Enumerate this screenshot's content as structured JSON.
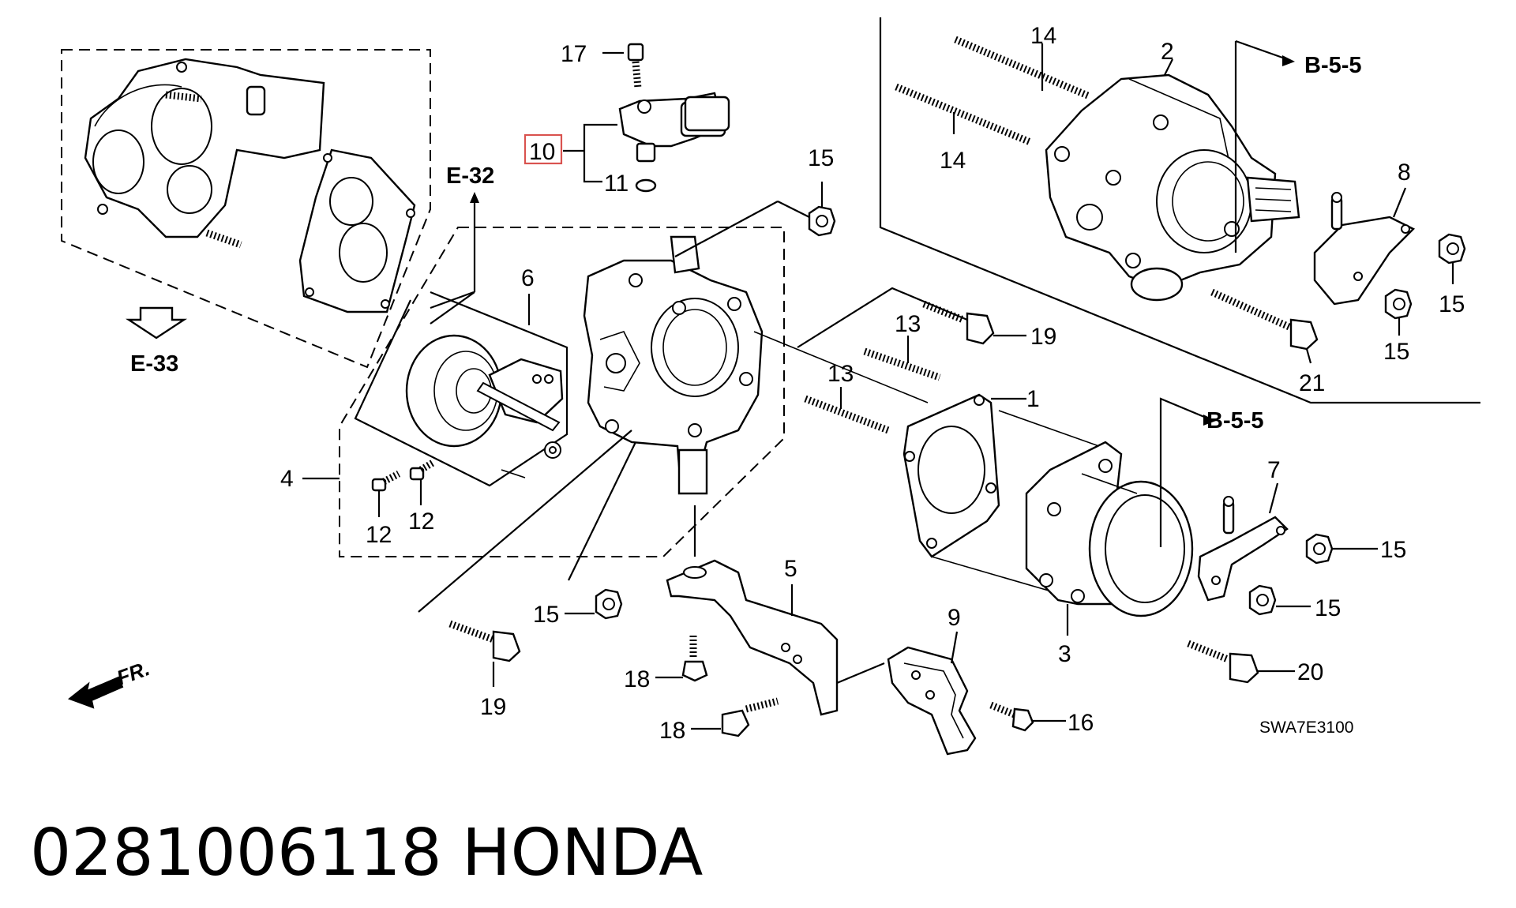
{
  "title": {
    "part_number": "0281006118",
    "brand": "HONDA"
  },
  "diagram_code": "SWA7E3100",
  "refs": {
    "e32": "E-32",
    "e33": "E-33",
    "b55_top": "B-5-5",
    "b55_mid": "B-5-5"
  },
  "front_marker": "FR.",
  "highlight_color": "#d9534f",
  "callouts": {
    "c1": "1",
    "c2": "2",
    "c3": "3",
    "c4": "4",
    "c5": "5",
    "c6": "6",
    "c7": "7",
    "c8": "8",
    "c9": "9",
    "c10": "10",
    "c11": "11",
    "c12a": "12",
    "c12b": "12",
    "c13a": "13",
    "c13b": "13",
    "c14a": "14",
    "c14b": "14",
    "c15a": "15",
    "c15b": "15",
    "c15c": "15",
    "c15d": "15",
    "c15e": "15",
    "c15f": "15",
    "c16": "16",
    "c17": "17",
    "c18a": "18",
    "c18b": "18",
    "c19a": "19",
    "c19b": "19",
    "c20": "20",
    "c21": "21"
  }
}
